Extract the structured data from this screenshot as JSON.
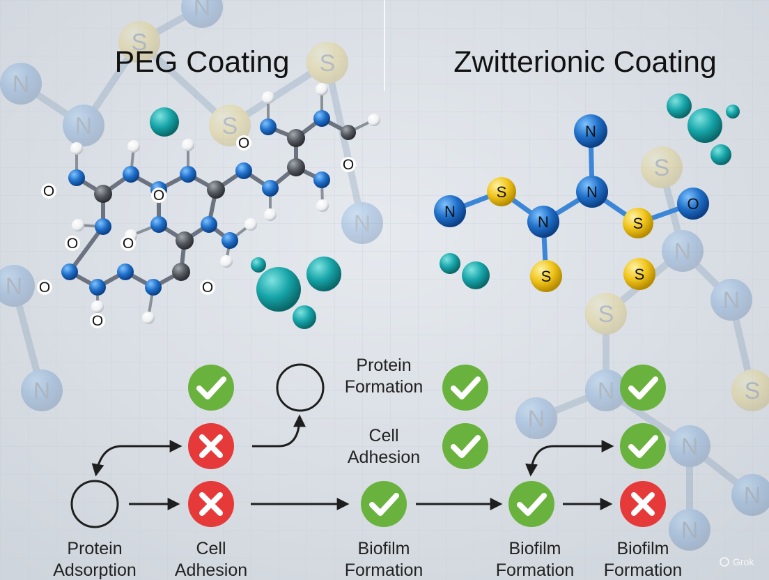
{
  "titles": {
    "left": "PEG Coating",
    "right": "Zwitterionic Coating"
  },
  "atom_labels": {
    "oxygen": "O",
    "nitrogen": "N",
    "sulfur": "S"
  },
  "flow_labels": {
    "protein_formation": [
      "Protein",
      "Formation"
    ],
    "cell_adhesion_mid": [
      "Cell",
      "Adhesion"
    ],
    "protein_adsorption": [
      "Protein",
      "Adsorption"
    ],
    "cell_adhesion_left": [
      "Cell",
      "Adhesion"
    ],
    "biofilm_formation": [
      "Biofilm",
      "Formation"
    ]
  },
  "watermark": "Grok",
  "colors": {
    "check": "#6ab23e",
    "cross": "#e63a3a",
    "nitrogen": "#1f6fc9",
    "sulfur": "#f0c419",
    "carbon": "#555a60",
    "hydrogen": "#ffffff",
    "teal": "#16a4a8",
    "bond_blue": "#3b86d6"
  },
  "icons": [
    "check-icon",
    "cross-icon",
    "empty-circle-icon",
    "arrow-icon",
    "molecule-icon"
  ]
}
